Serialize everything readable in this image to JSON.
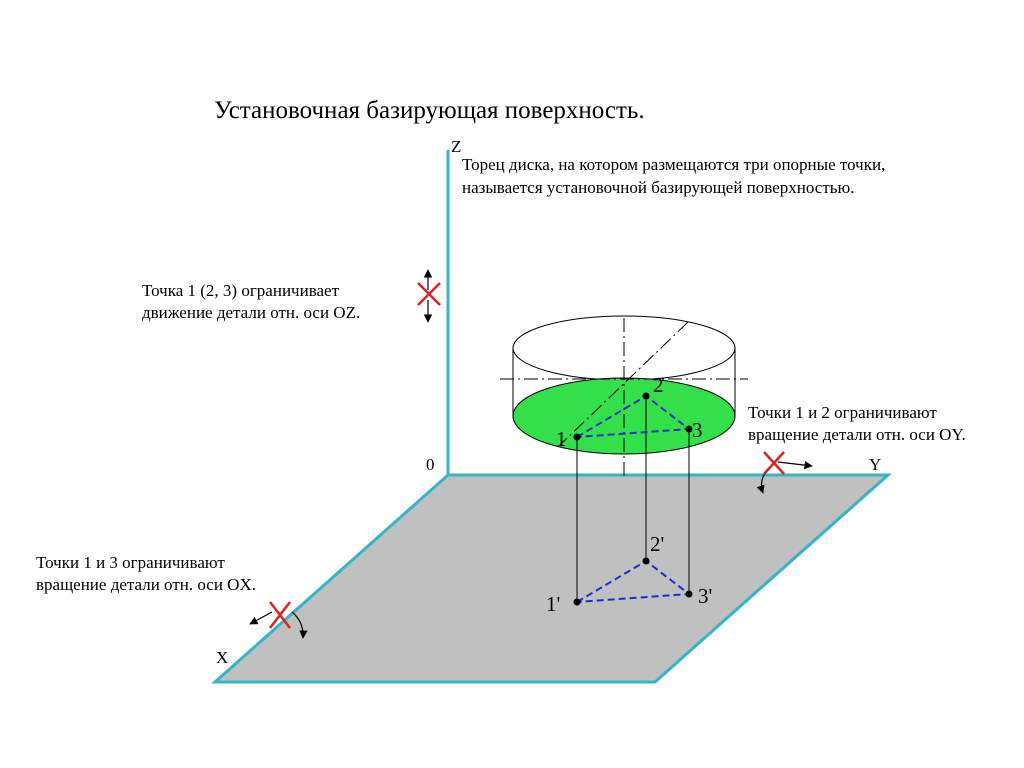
{
  "title": "Установочная базирующая поверхность.",
  "description": {
    "line1": "Торец диска, на котором размещаются три опорные точки,",
    "line2": "называется установочной базирующей поверхностью."
  },
  "notes": {
    "oz": {
      "line1": "Точка 1 (2, 3) ограничивает",
      "line2": "движение детали отн. оси OZ."
    },
    "oy": {
      "line1": "Точки 1 и 2 ограничивают",
      "line2": "вращение детали отн. оси OY."
    },
    "ox": {
      "line1": "Точки 1 и 3 ограничивают",
      "line2": "вращение детали отн. оси OX."
    }
  },
  "axes": {
    "z": "Z",
    "y": "Y",
    "x": "X",
    "origin": "0"
  },
  "points": {
    "p1": "1",
    "p2": "2",
    "p3": "3",
    "p1_proj": "1'",
    "p2_proj": "2'",
    "p3_proj": "3'"
  },
  "colors": {
    "axis": "#33b5c8",
    "plane": "#c0c0c0",
    "disk_face": "#33e04a",
    "triangle": "#1c2fc8",
    "cross": "#e02020"
  }
}
